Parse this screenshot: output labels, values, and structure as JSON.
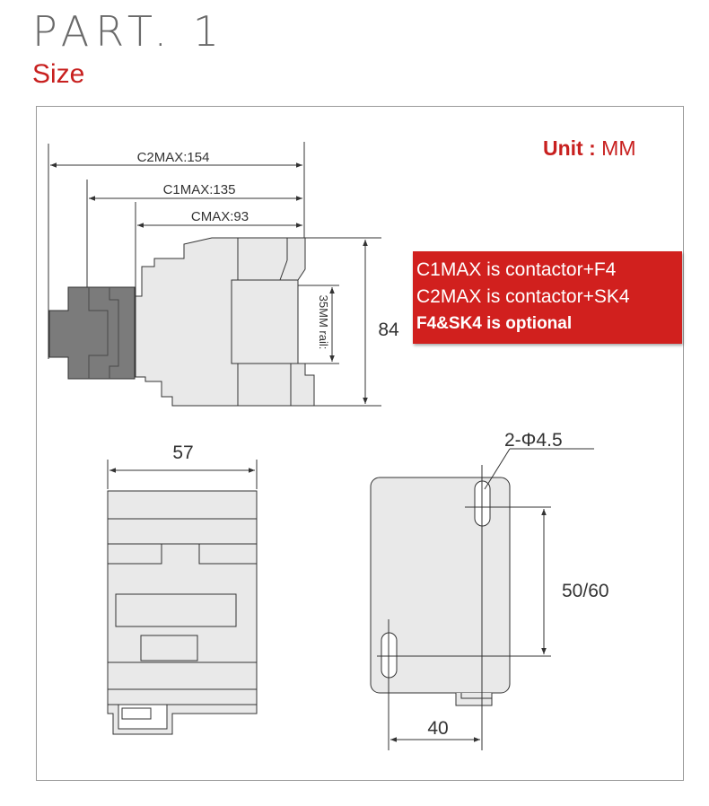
{
  "header": {
    "title": "PART. 1",
    "subtitle": "Size"
  },
  "unit": {
    "label": "Unit :",
    "value": "MM"
  },
  "notes": {
    "line1": "C1MAX is contactor+F4",
    "line2": "C2MAX is contactor+SK4",
    "line3": "F4&SK4 is optional"
  },
  "dimensions": {
    "c2max": "C2MAX:154",
    "c1max": "C1MAX:135",
    "cmax": "CMAX:93",
    "rail": "35MM rail:",
    "height": "84",
    "width": "57",
    "hole": "2-Φ4.5",
    "spacing_v": "50/60",
    "spacing_h": "40"
  },
  "colors": {
    "accent": "#d1201e",
    "module_fill": "#7b7b7b",
    "body_fill": "#e9e9e9"
  }
}
